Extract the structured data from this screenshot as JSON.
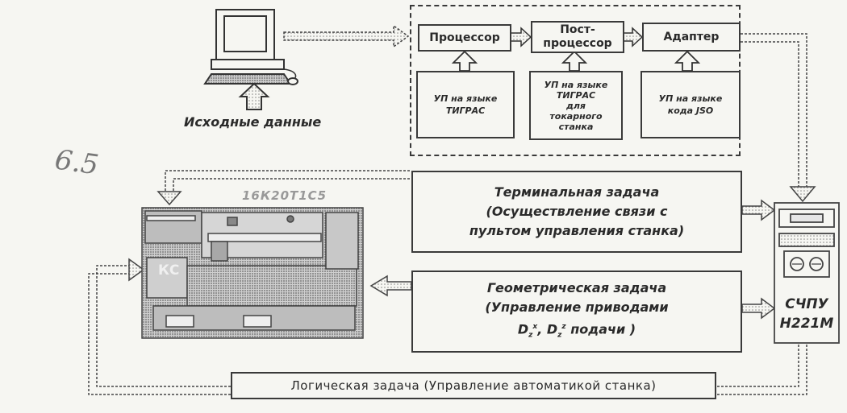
{
  "flow": {
    "processor": "Процессор",
    "postprocessor_line1": "Пост-",
    "postprocessor_line2": "процессор",
    "adapter": "Адаптер"
  },
  "sources": {
    "tigras": [
      "УП на языке",
      "ТИГРАС"
    ],
    "tigras_lathe": [
      "УП на языке",
      "ТИГРАС",
      "для",
      "токарного",
      "станка"
    ],
    "jso": [
      "УП на языке",
      "кода JSO"
    ]
  },
  "input_label": "Исходные данные",
  "handwritten_note": "6.5",
  "machine": {
    "model": "16К20Т1С5",
    "badge": "КС"
  },
  "tasks": {
    "terminal": [
      "Терминальная задача",
      "(Осуществление связи с",
      "пультом управления станка)"
    ],
    "geometric_line1": "Геометрическая задача",
    "geometric_line2": "(Управление приводами",
    "geometric_line3_suffix": "подачи )",
    "logical": "Логическая задача (Управление автоматикой станка)"
  },
  "cnc": {
    "line1": "СЧПУ",
    "line2": "Н221М"
  },
  "colors": {
    "ink": "#3a3a3a",
    "paper": "#f6f6f2"
  }
}
